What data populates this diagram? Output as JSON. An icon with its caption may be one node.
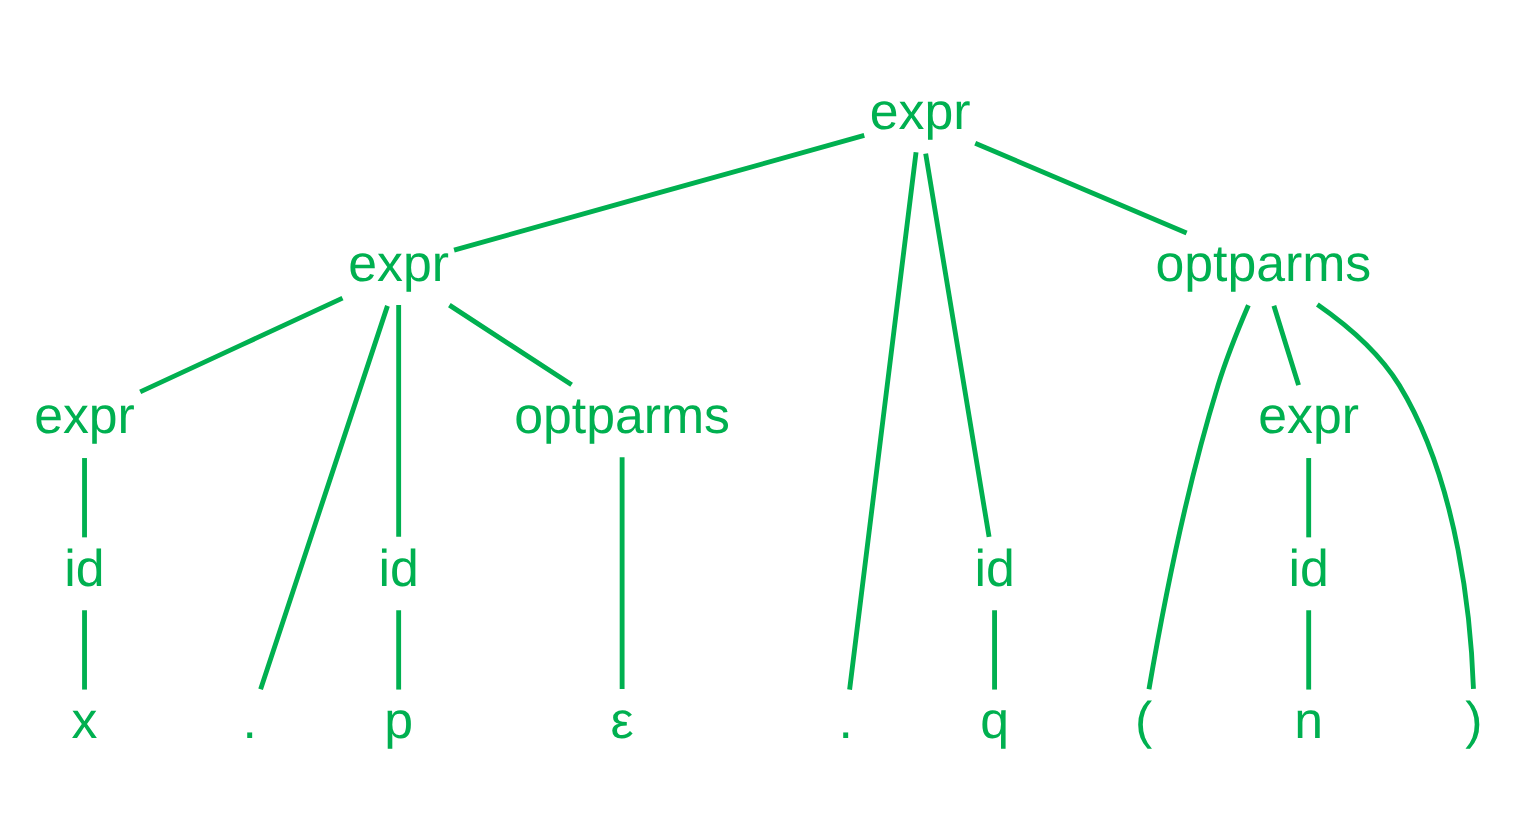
{
  "diagram": {
    "nodes": [
      {
        "text": [
          "expr"
        ]
      },
      {
        "text": [
          "expr"
        ]
      },
      {
        "text": [
          "."
        ]
      },
      {
        "text": [
          "id"
        ]
      },
      {
        "text": [
          "optparms"
        ]
      },
      {
        "text": [
          "expr"
        ]
      },
      {
        "text": [
          "."
        ]
      },
      {
        "text": [
          "id"
        ]
      },
      {
        "text": [
          "optparms"
        ]
      },
      {
        "text": [
          "id"
        ]
      },
      {
        "text": [
          "x"
        ]
      },
      {
        "text": [
          "p"
        ]
      },
      {
        "text": [
          "ε"
        ]
      },
      {
        "text": [
          "q"
        ]
      },
      {
        "text": [
          "("
        ]
      },
      {
        "text": [
          "expr"
        ]
      },
      {
        "text": [
          ")"
        ]
      },
      {
        "text": [
          "id"
        ]
      },
      {
        "text": [
          "n"
        ]
      }
    ],
    "edges": [
      {
        "from": 0,
        "to": 1,
        "arrow": "none"
      },
      {
        "from": 0,
        "to": 2,
        "arrow": "none"
      },
      {
        "from": 0,
        "to": 3,
        "arrow": "none"
      },
      {
        "from": 0,
        "to": 4,
        "arrow": "none"
      },
      {
        "from": 1,
        "to": 5,
        "arrow": "none"
      },
      {
        "from": 1,
        "to": 6,
        "arrow": "none"
      },
      {
        "from": 1,
        "to": 7,
        "arrow": "none"
      },
      {
        "from": 1,
        "to": 8,
        "arrow": "none"
      },
      {
        "from": 5,
        "to": 9,
        "arrow": "none"
      },
      {
        "from": 9,
        "to": 10,
        "arrow": "none"
      },
      {
        "from": 7,
        "to": 11,
        "arrow": "none"
      },
      {
        "from": 8,
        "to": 12,
        "arrow": "none"
      },
      {
        "from": 3,
        "to": 13,
        "arrow": "none"
      },
      {
        "from": 4,
        "to": 14,
        "arrow": "none"
      },
      {
        "from": 4,
        "to": 15,
        "arrow": "none"
      },
      {
        "from": 4,
        "to": 16,
        "arrow": "none"
      },
      {
        "from": 15,
        "to": 17,
        "arrow": "none"
      },
      {
        "from": 17,
        "to": 18,
        "arrow": "none"
      }
    ]
  }
}
